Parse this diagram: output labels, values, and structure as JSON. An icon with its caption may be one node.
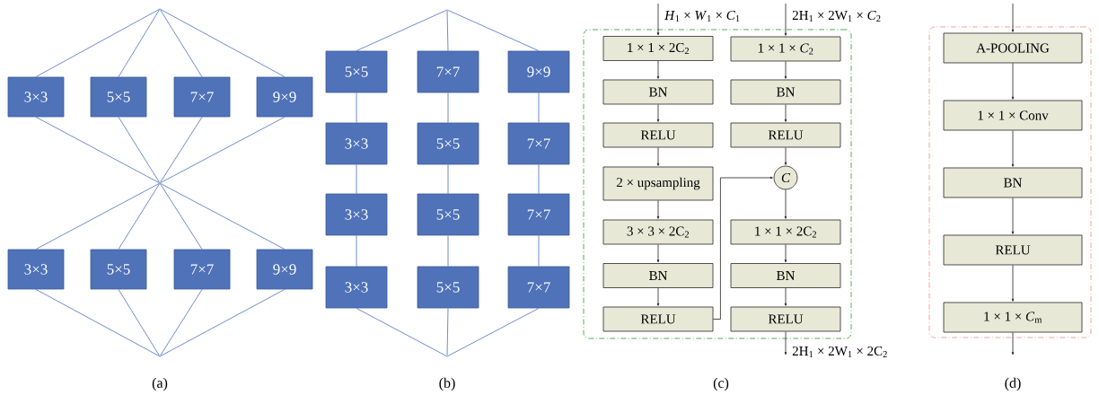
{
  "diagram": {
    "nodes": [
      {
        "text": [],
        "shape": "point"
      },
      {
        "text": [
          "3×3"
        ]
      },
      {
        "text": [
          "5×5"
        ]
      },
      {
        "text": [
          "7×7"
        ]
      },
      {
        "text": [
          "9×9"
        ]
      },
      {
        "text": [],
        "shape": "point"
      },
      {
        "text": [
          "3×3"
        ]
      },
      {
        "text": [
          "5×5"
        ]
      },
      {
        "text": [
          "7×7"
        ]
      },
      {
        "text": [
          "9×9"
        ]
      },
      {
        "text": [],
        "shape": "point"
      },
      {
        "text": [],
        "shape": "point"
      },
      {
        "text": [
          "5×5"
        ]
      },
      {
        "text": [
          "7×7"
        ]
      },
      {
        "text": [
          "9×9"
        ]
      },
      {
        "text": [
          "3×3"
        ]
      },
      {
        "text": [
          "5×5"
        ]
      },
      {
        "text": [
          "7×7"
        ]
      },
      {
        "text": [
          "3×3"
        ]
      },
      {
        "text": [
          "5×5"
        ]
      },
      {
        "text": [
          "7×7"
        ]
      },
      {
        "text": [
          "3×3"
        ]
      },
      {
        "text": [
          "5×5"
        ]
      },
      {
        "text": [
          "7×7"
        ]
      },
      {
        "text": [],
        "shape": "point"
      },
      {
        "text": [],
        "shape": "box"
      },
      {
        "text": [
          "1 × 1 × 2C$_{2}$"
        ],
        "in": 25
      },
      {
        "text": [
          "BN"
        ],
        "in": 25
      },
      {
        "text": [
          "RELU"
        ],
        "in": 25
      },
      {
        "text": [
          "2 × upsampling"
        ],
        "in": 25
      },
      {
        "text": [
          "3 × 3 × 2C$_{2}$"
        ],
        "in": 25
      },
      {
        "text": [
          "BN"
        ],
        "in": 25
      },
      {
        "text": [
          "RELU"
        ],
        "in": 25
      },
      {
        "text": [
          "1 × 1 × *C*$_{2}$"
        ],
        "in": 25
      },
      {
        "text": [
          "BN"
        ],
        "in": 25
      },
      {
        "text": [
          "RELU"
        ],
        "in": 25
      },
      {
        "text": [
          "C"
        ],
        "in": 25
      },
      {
        "text": [
          "1 × 1 × 2C$_{2}$"
        ],
        "in": 25
      },
      {
        "text": [
          "BN"
        ],
        "in": 25
      },
      {
        "text": [
          "RELU"
        ],
        "in": 25
      },
      {
        "text": [],
        "shape": "box"
      },
      {
        "text": [
          "A-POOLING"
        ],
        "in": 40
      },
      {
        "text": [
          "1 × 1 × Conv"
        ],
        "in": 40
      },
      {
        "text": [
          "BN"
        ],
        "in": 40
      },
      {
        "text": [
          "RELU"
        ],
        "in": 40
      },
      {
        "text": [
          "1 × 1 × *C*$_{m}$"
        ],
        "in": 40
      }
    ],
    "edges": [
      {
        "from": 0,
        "to": 1,
        "arrow": "none"
      },
      {
        "from": 0,
        "to": 2,
        "arrow": "none"
      },
      {
        "from": 0,
        "to": 3,
        "arrow": "none"
      },
      {
        "from": 0,
        "to": 4,
        "arrow": "none"
      },
      {
        "from": 1,
        "to": 5,
        "arrow": "none"
      },
      {
        "from": 2,
        "to": 5,
        "arrow": "none"
      },
      {
        "from": 3,
        "to": 5,
        "arrow": "none"
      },
      {
        "from": 4,
        "to": 5,
        "arrow": "none"
      },
      {
        "from": 5,
        "to": 6,
        "arrow": "none"
      },
      {
        "from": 5,
        "to": 7,
        "arrow": "none"
      },
      {
        "from": 5,
        "to": 8,
        "arrow": "none"
      },
      {
        "from": 5,
        "to": 9,
        "arrow": "none"
      },
      {
        "from": 6,
        "to": 10,
        "arrow": "none"
      },
      {
        "from": 7,
        "to": 10,
        "arrow": "none"
      },
      {
        "from": 8,
        "to": 10,
        "arrow": "none"
      },
      {
        "from": 9,
        "to": 10,
        "arrow": "none"
      },
      {
        "from": 11,
        "to": 12,
        "arrow": "none"
      },
      {
        "from": 11,
        "to": 13,
        "arrow": "none"
      },
      {
        "from": 11,
        "to": 14,
        "arrow": "none"
      },
      {
        "from": 12,
        "to": 15,
        "arrow": "none"
      },
      {
        "from": 15,
        "to": 18,
        "arrow": "none"
      },
      {
        "from": 18,
        "to": 21,
        "arrow": "none"
      },
      {
        "from": 13,
        "to": 16,
        "arrow": "none"
      },
      {
        "from": 16,
        "to": 19,
        "arrow": "none"
      },
      {
        "from": 19,
        "to": 22,
        "arrow": "none"
      },
      {
        "from": 14,
        "to": 17,
        "arrow": "none"
      },
      {
        "from": 17,
        "to": 20,
        "arrow": "none"
      },
      {
        "from": 20,
        "to": 23,
        "arrow": "none"
      },
      {
        "from": 21,
        "to": 24,
        "arrow": "none"
      },
      {
        "from": 22,
        "to": 24,
        "arrow": "none"
      },
      {
        "from": 23,
        "to": 24,
        "arrow": "none"
      },
      {
        "from": null,
        "to": 26,
        "arrow": "to",
        "label": "*H*$_{1}$ × *W*$_{1}$ × *C*$_{1}$",
        "color": "#222222"
      },
      {
        "from": 26,
        "to": 27,
        "arrow": "to",
        "color": "#222222"
      },
      {
        "from": 27,
        "to": 28,
        "arrow": "to",
        "color": "#222222"
      },
      {
        "from": 28,
        "to": 29,
        "arrow": "to",
        "color": "#222222"
      },
      {
        "from": 29,
        "to": 30,
        "arrow": "to",
        "color": "#222222"
      },
      {
        "from": 30,
        "to": 31,
        "arrow": "to",
        "color": "#222222"
      },
      {
        "from": 31,
        "to": 32,
        "arrow": "to",
        "color": "#222222"
      },
      {
        "from": 32,
        "to": 36,
        "arrow": "to",
        "color": "#222222"
      },
      {
        "from": null,
        "to": 33,
        "arrow": "to",
        "label": "2H$_{1}$ × 2W$_{1}$ × *C*$_{2}$",
        "color": "#222222"
      },
      {
        "from": 33,
        "to": 34,
        "arrow": "to",
        "color": "#222222"
      },
      {
        "from": 34,
        "to": 35,
        "arrow": "to",
        "color": "#222222"
      },
      {
        "from": 35,
        "to": 36,
        "arrow": "to",
        "color": "#222222"
      },
      {
        "from": 36,
        "to": 37,
        "arrow": "to",
        "color": "#222222"
      },
      {
        "from": 37,
        "to": 38,
        "arrow": "to",
        "color": "#222222"
      },
      {
        "from": 38,
        "to": 39,
        "arrow": "to",
        "color": "#222222"
      },
      {
        "from": 39,
        "to": null,
        "arrow": "to",
        "label": "2H$_{1}$ × 2W$_{1}$ × 2C$_{2}$",
        "color": "#222222"
      },
      {
        "from": null,
        "to": 41,
        "arrow": "to",
        "color": "#222222"
      },
      {
        "from": 41,
        "to": 42,
        "arrow": "to",
        "color": "#222222"
      },
      {
        "from": 42,
        "to": 43,
        "arrow": "to",
        "color": "#222222"
      },
      {
        "from": 43,
        "to": 44,
        "arrow": "to",
        "color": "#222222"
      },
      {
        "from": 44,
        "to": 45,
        "arrow": "to",
        "color": "#222222"
      },
      {
        "from": 45,
        "to": null,
        "arrow": "to",
        "color": "#222222"
      }
    ],
    "labels": [
      "(a)",
      "(b)",
      "(c)",
      "(d)"
    ]
  }
}
